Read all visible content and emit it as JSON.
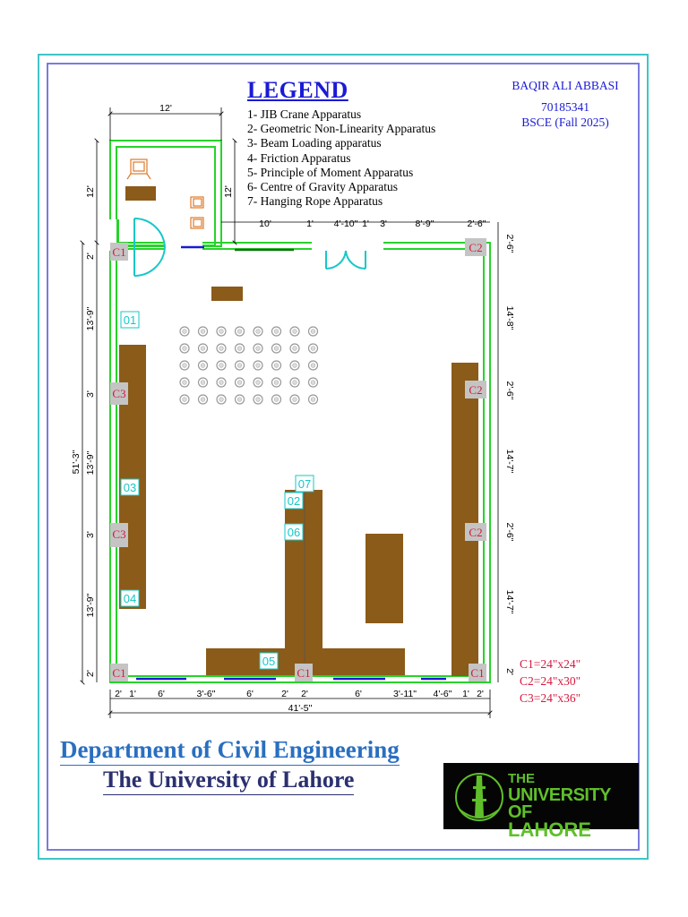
{
  "legend": {
    "title": "LEGEND",
    "items": [
      "1- JIB Crane Apparatus",
      "2- Geometric Non-Linearity Apparatus",
      "3- Beam Loading apparatus",
      "4- Friction Apparatus",
      "5- Principle of Moment Apparatus",
      "6- Centre of Gravity Apparatus",
      "7- Hanging Rope Apparatus"
    ]
  },
  "author": {
    "name": "BAQIR ALI ABBASI",
    "id": "70185341",
    "program": "BSCE (Fall 2025)"
  },
  "column_sizes": [
    "C1=24\"x24\"",
    "C2=24\"x30\"",
    "C3=24\"x36\""
  ],
  "footer": {
    "department": "Department of Civil Engineering",
    "university": "The University of Lahore"
  },
  "logo": {
    "line1": "THE",
    "line2": "UNIVERSITY OF",
    "line3": "LAHORE"
  },
  "columns": {
    "c1_top_left": "C1",
    "c2_top_right": "C2",
    "c3_left_upper": "C3",
    "c2_right_upper": "C2",
    "c3_left_lower": "C3",
    "c2_right_lower": "C2",
    "c1_bottom_left": "C1",
    "c1_bottom_mid": "C1",
    "c1_bottom_right": "C1"
  },
  "apparatus_tags": {
    "t01": "01",
    "t02": "02",
    "t03": "03",
    "t04": "04",
    "t05": "05",
    "t06": "06",
    "t07": "07"
  },
  "dimensions": {
    "office_width": "12'",
    "office_height_left": "12'",
    "office_height_right": "12'",
    "top_10": "10'",
    "top_door_left": "1'",
    "top_door": "4'-10\"",
    "top_door_right": "1'",
    "top_gap": "3'",
    "top_8_9": "8'-9\"",
    "top_right": "2'-6\"",
    "left_2a": "2'",
    "left_13_9a": "13'-9\"",
    "left_3a": "3'",
    "left_13_9b": "13'-9\"",
    "left_3b": "3'",
    "left_13_9c": "13'-9\"",
    "left_2b": "2'",
    "left_total": "51'-3\"",
    "right_2_6": "2'-6\"",
    "right_14_8": "14'-8\"",
    "right_2_6b": "2'-6\"",
    "right_14_7a": "14'-7\"",
    "right_2_6c": "2'-6\"",
    "right_14_7b": "14'-7\"",
    "right_2": "2'",
    "bottom_2a": "2'",
    "bottom_1a": "1'",
    "bottom_6a": "6'",
    "bottom_3_6": "3'-6\"",
    "bottom_6b": "6'",
    "bottom_2b": "2'",
    "bottom_2c": "2'",
    "bottom_6c": "6'",
    "bottom_3_11": "3'-11\"",
    "bottom_4_6": "4'-6\"",
    "bottom_1b": "1'",
    "bottom_2d": "2'",
    "bottom_total": "41'-5\""
  },
  "colors": {
    "wall": "#27d32a",
    "table": "#8b5b19",
    "column_fill": "#c4c4c4",
    "column_text": "#d6193d",
    "tag": "#17c7c7",
    "dim": "#000000",
    "window": "#1a1ad6"
  }
}
